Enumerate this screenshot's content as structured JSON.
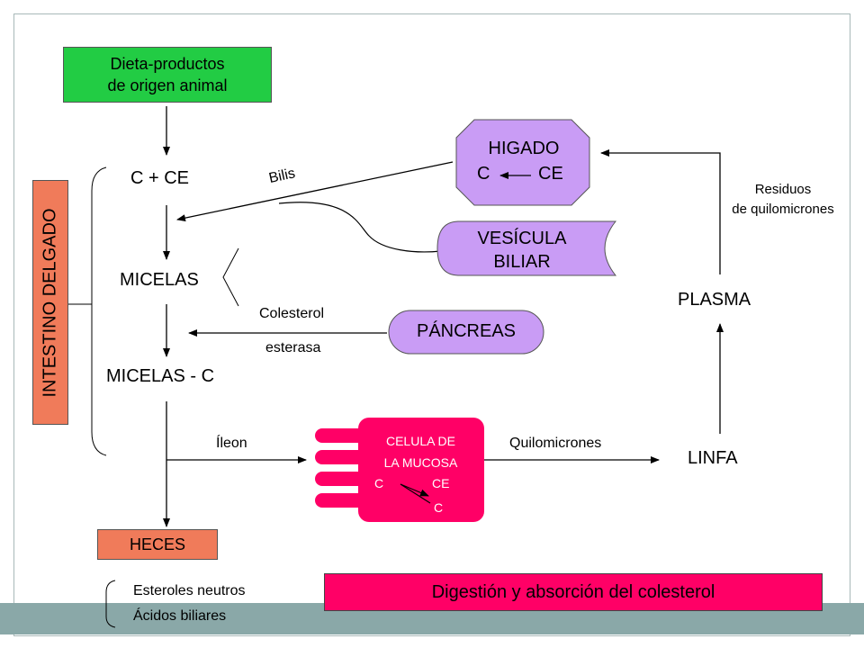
{
  "diagram": {
    "title": "Digestión y absorción del colesterol",
    "diet": [
      "Dieta-productos",
      "de origen animal"
    ],
    "intestine_label": "INTESTINO DELGADO",
    "c_ce": "C + CE",
    "micelas": "MICELAS",
    "micelas_c": "MICELAS - C",
    "heces": "HECES",
    "heces_items": [
      "Esteroles neutros",
      "Ácidos biliares"
    ],
    "bilis": "Bilis",
    "higado": {
      "title": "HIGADO",
      "left": "C",
      "right": "CE"
    },
    "vesicula": [
      "VESÍCULA",
      "BILIAR"
    ],
    "colesterol_esterasa": [
      "Colesterol",
      "esterasa"
    ],
    "pancreas": "PÁNCREAS",
    "ileon": "Íleon",
    "celula": {
      "line1": "CELULA DE",
      "line2": "LA MUCOSA",
      "c": "C",
      "ce": "CE",
      "c2": "C"
    },
    "quilomicrones": "Quilomicrones",
    "linfa": "LINFA",
    "plasma": "PLASMA",
    "residuos": [
      "Residuos",
      "de quilomicrones"
    ]
  },
  "colors": {
    "green": "#22cc44",
    "purple": "#c99cf5",
    "orange": "#f07b5a",
    "magenta": "#ff0066",
    "band": "#8aa8a8"
  }
}
